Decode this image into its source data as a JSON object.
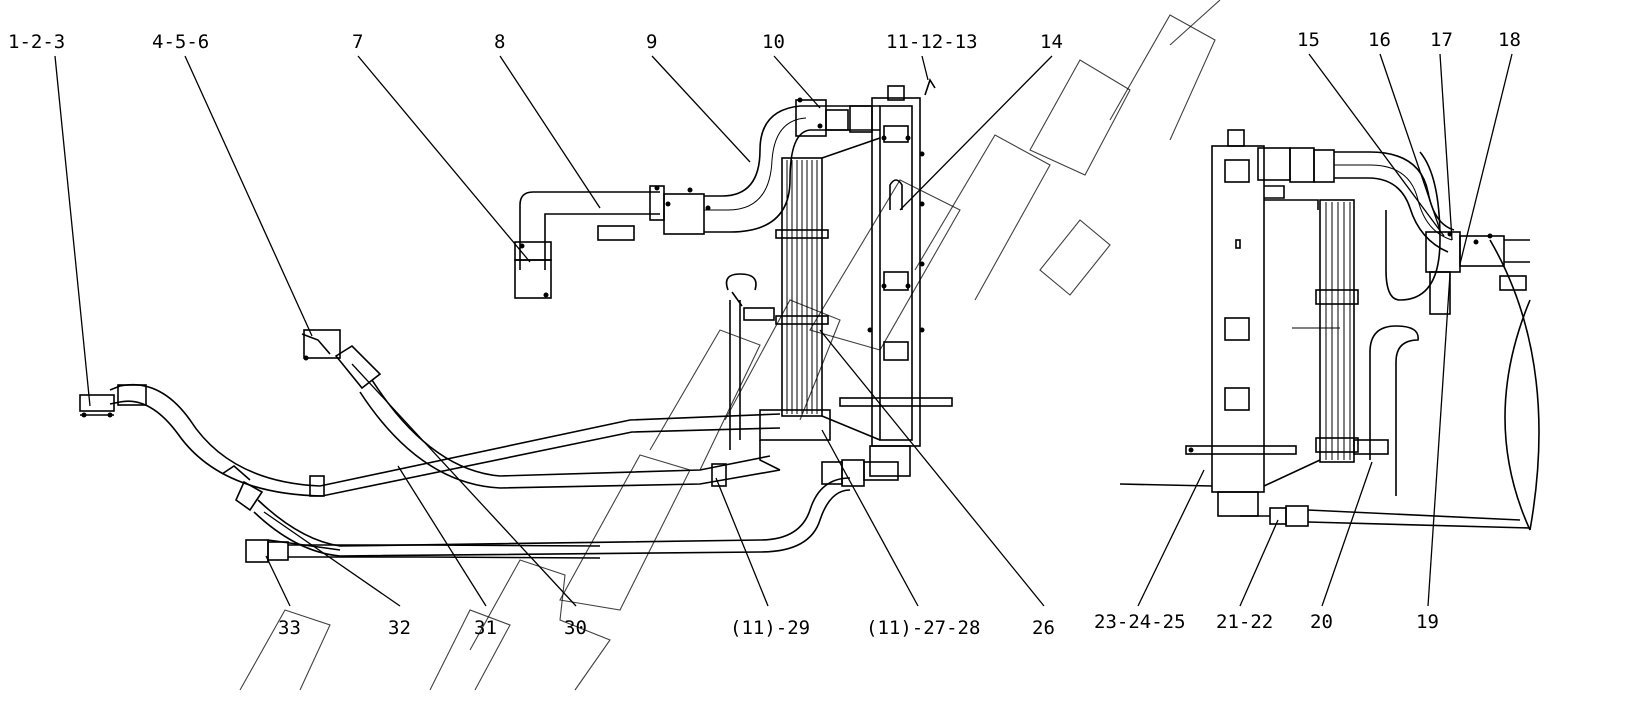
{
  "callouts": [
    {
      "id": "c-1-2-3",
      "text": "1-2-3"
    },
    {
      "id": "c-4-5-6",
      "text": "4-5-6"
    },
    {
      "id": "c-7",
      "text": "7"
    },
    {
      "id": "c-8",
      "text": "8"
    },
    {
      "id": "c-9",
      "text": "9"
    },
    {
      "id": "c-10",
      "text": "10"
    },
    {
      "id": "c-11-12-13",
      "text": "11-12-13"
    },
    {
      "id": "c-14",
      "text": "14"
    },
    {
      "id": "c-15",
      "text": "15"
    },
    {
      "id": "c-16",
      "text": "16"
    },
    {
      "id": "c-17",
      "text": "17"
    },
    {
      "id": "c-18",
      "text": "18"
    },
    {
      "id": "c-33",
      "text": "33"
    },
    {
      "id": "c-32",
      "text": "32"
    },
    {
      "id": "c-31",
      "text": "31"
    },
    {
      "id": "c-30",
      "text": "30"
    },
    {
      "id": "c-11-29",
      "text": "(11)-29"
    },
    {
      "id": "c-11-27-28",
      "text": "(11)-27-28"
    },
    {
      "id": "c-26",
      "text": "26"
    },
    {
      "id": "c-23-24-25",
      "text": "23-24-25"
    },
    {
      "id": "c-21-22",
      "text": "21-22"
    },
    {
      "id": "c-20",
      "text": "20"
    },
    {
      "id": "c-19",
      "text": "19"
    }
  ]
}
